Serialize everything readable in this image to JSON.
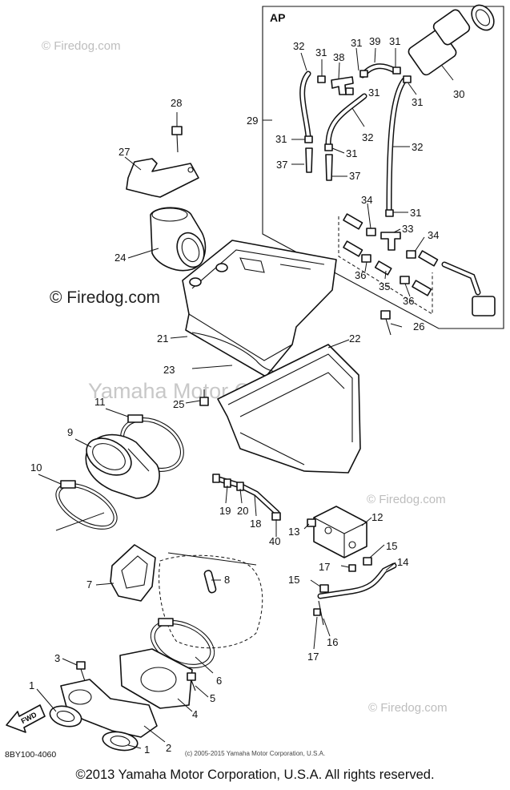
{
  "diagram": {
    "box_title": "AP",
    "code": "8BY100-4060",
    "fwd_label": "FWD",
    "small_copyright": "(c) 2005-2015 Yamaha Motor Corporation, U.S.A.",
    "footer_copyright": "©2013 Yamaha Motor Corporation, U.S.A. All rights reserved.",
    "watermark_center": "Yamaha Motor Corp., U.S.A.",
    "watermark_left": "© Firedog.com",
    "watermark_corner": "© Firedog.com",
    "part_numbers": [
      "1",
      "2",
      "3",
      "4",
      "5",
      "6",
      "7",
      "8",
      "9",
      "10",
      "11",
      "12",
      "13",
      "14",
      "15",
      "16",
      "17",
      "18",
      "19",
      "20",
      "21",
      "22",
      "23",
      "24",
      "25",
      "26",
      "27",
      "28",
      "29",
      "30",
      "31",
      "32",
      "33",
      "34",
      "35",
      "36",
      "37",
      "38",
      "39",
      "40"
    ],
    "labels": {
      "p1a": "1",
      "p1b": "1",
      "p2": "2",
      "p3": "3",
      "p4": "4",
      "p5": "5",
      "p6": "6",
      "p7": "7",
      "p8": "8",
      "p9": "9",
      "p10": "10",
      "p11": "11",
      "p12": "12",
      "p13": "13",
      "p14": "14",
      "p15a": "15",
      "p15b": "15",
      "p16": "16",
      "p17a": "17",
      "p17b": "17",
      "p18": "18",
      "p19": "19",
      "p20": "20",
      "p21": "21",
      "p22": "22",
      "p23": "23",
      "p24": "24",
      "p25": "25",
      "p26": "26",
      "p27": "27",
      "p28": "28",
      "p29": "29",
      "p30": "30",
      "p31a": "31",
      "p31b": "31",
      "p31c": "31",
      "p31d": "31",
      "p31e": "31",
      "p31f": "31",
      "p31g": "31",
      "p31h": "31",
      "p32a": "32",
      "p32b": "32",
      "p32c": "32",
      "p33": "33",
      "p34a": "34",
      "p34b": "34",
      "p35": "35",
      "p36a": "36",
      "p36b": "36",
      "p37a": "37",
      "p37b": "37",
      "p38": "38",
      "p39": "39",
      "p40": "40"
    }
  }
}
